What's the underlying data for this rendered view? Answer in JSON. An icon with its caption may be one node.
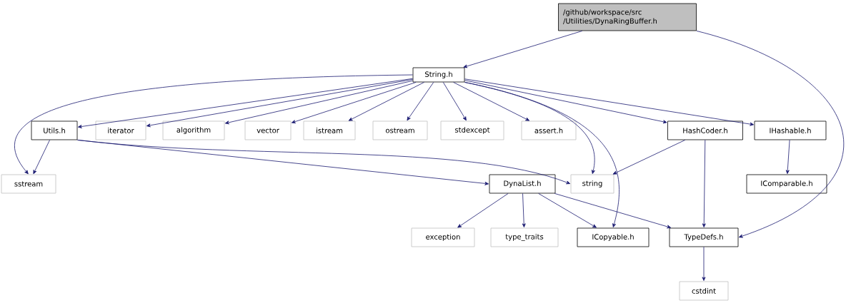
{
  "diagram": {
    "nodes": [
      {
        "text": [
          "/github/workspace/src /Utilities/DynaRingBuffer.h"
        ]
      },
      {
        "text": [
          "String.h"
        ]
      },
      {
        "text": [
          "Utils.h"
        ]
      },
      {
        "text": [
          "iterator"
        ]
      },
      {
        "text": [
          "algorithm"
        ]
      },
      {
        "text": [
          "vector"
        ]
      },
      {
        "text": [
          "istream"
        ]
      },
      {
        "text": [
          "ostream"
        ]
      },
      {
        "text": [
          "stdexcept"
        ]
      },
      {
        "text": [
          "assert.h"
        ]
      },
      {
        "text": [
          "HashCoder.h"
        ]
      },
      {
        "text": [
          "IHashable.h"
        ]
      },
      {
        "text": [
          "sstream"
        ]
      },
      {
        "text": [
          "string"
        ]
      },
      {
        "text": [
          "DynaList.h"
        ]
      },
      {
        "text": [
          "IComparable.h"
        ]
      },
      {
        "text": [
          "exception"
        ]
      },
      {
        "text": [
          "type_traits"
        ]
      },
      {
        "text": [
          "ICopyable.h"
        ]
      },
      {
        "text": [
          "TypeDefs.h"
        ]
      },
      {
        "text": [
          "cstdint"
        ]
      }
    ],
    "edges": [
      {
        "from": 0,
        "to": 1,
        "arrow": "to"
      },
      {
        "from": 0,
        "to": 19,
        "arrow": "to"
      },
      {
        "from": 1,
        "to": 12,
        "arrow": "to"
      },
      {
        "from": 1,
        "to": 2,
        "arrow": "to"
      },
      {
        "from": 1,
        "to": 3,
        "arrow": "to"
      },
      {
        "from": 1,
        "to": 4,
        "arrow": "to"
      },
      {
        "from": 1,
        "to": 5,
        "arrow": "to"
      },
      {
        "from": 1,
        "to": 6,
        "arrow": "to"
      },
      {
        "from": 1,
        "to": 7,
        "arrow": "to"
      },
      {
        "from": 1,
        "to": 8,
        "arrow": "to"
      },
      {
        "from": 1,
        "to": 9,
        "arrow": "to"
      },
      {
        "from": 1,
        "to": 13,
        "arrow": "to"
      },
      {
        "from": 1,
        "to": 18,
        "arrow": "to"
      },
      {
        "from": 1,
        "to": 10,
        "arrow": "to"
      },
      {
        "from": 1,
        "to": 11,
        "arrow": "to"
      },
      {
        "from": 2,
        "to": 12,
        "arrow": "to"
      },
      {
        "from": 2,
        "to": 13,
        "arrow": "to"
      },
      {
        "from": 2,
        "to": 14,
        "arrow": "to"
      },
      {
        "from": 10,
        "to": 13,
        "arrow": "to"
      },
      {
        "from": 10,
        "to": 19,
        "arrow": "to"
      },
      {
        "from": 11,
        "to": 15,
        "arrow": "to"
      },
      {
        "from": 14,
        "to": 16,
        "arrow": "to"
      },
      {
        "from": 14,
        "to": 17,
        "arrow": "to"
      },
      {
        "from": 14,
        "to": 18,
        "arrow": "to"
      },
      {
        "from": 14,
        "to": 19,
        "arrow": "to"
      },
      {
        "from": 19,
        "to": 20,
        "arrow": "to"
      }
    ]
  }
}
